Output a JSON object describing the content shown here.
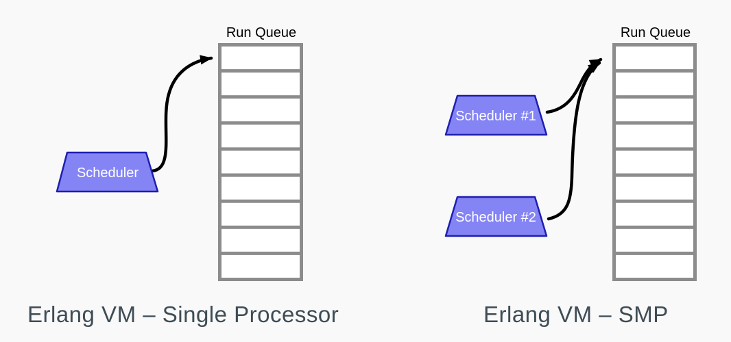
{
  "colors": {
    "background": "#f9f9f9",
    "scheduler_fill": "#8484f4",
    "scheduler_border": "#1f1fb0",
    "queue_border": "#8c8c8c",
    "queue_cell_fill": "#ffffff",
    "arrow": "#000000",
    "label": "#000000",
    "caption": "#3e4c55"
  },
  "left_diagram": {
    "queue_label": "Run Queue",
    "queue_slots": 9,
    "schedulers": [
      {
        "label": "Scheduler"
      }
    ],
    "caption": "Erlang VM – Single Processor"
  },
  "right_diagram": {
    "queue_label": "Run Queue",
    "queue_slots": 9,
    "schedulers": [
      {
        "label": "Scheduler #1"
      },
      {
        "label": "Scheduler #2"
      }
    ],
    "caption": "Erlang VM – SMP"
  }
}
